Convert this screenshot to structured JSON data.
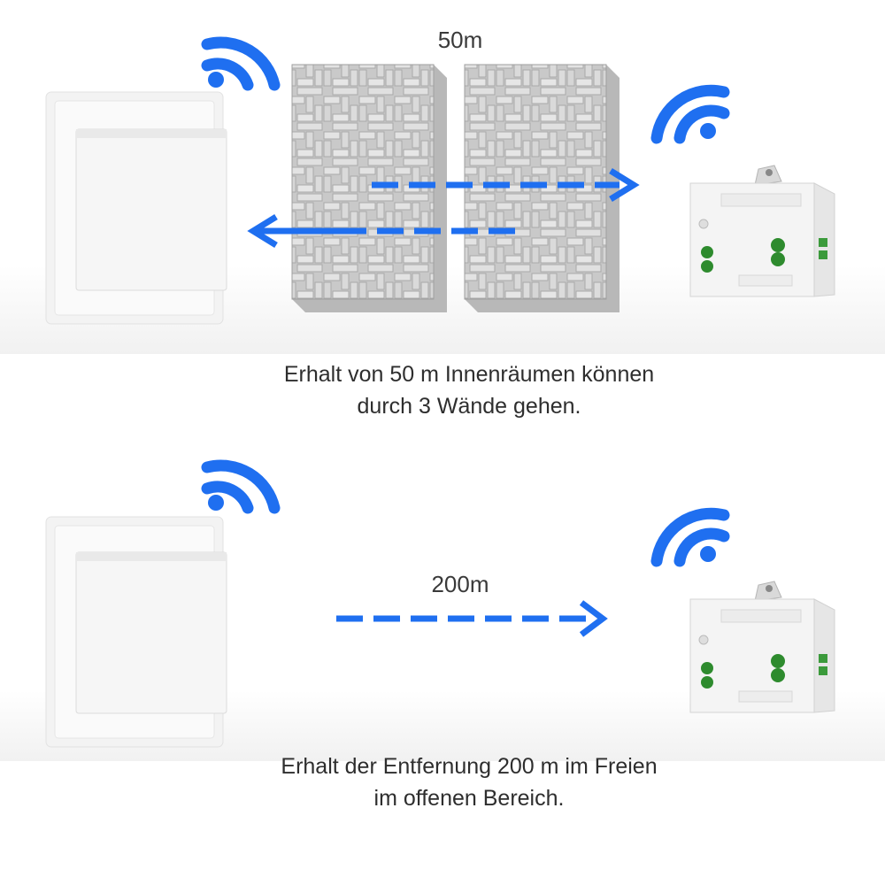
{
  "colors": {
    "signal": "#1f6ff0",
    "panel": "#f7f7f7",
    "wall": "#cfcfcf"
  },
  "top_section": {
    "distance_label": "50m",
    "caption_line1": "Erhalt von 50 m Innenräumen können",
    "caption_line2": "durch 3 Wände gehen."
  },
  "bottom_section": {
    "distance_label": "200m",
    "caption_line1": "Erhalt der Entfernung 200 m im Freien",
    "caption_line2": "im offenen Bereich."
  },
  "icons": [
    "wifi-icon",
    "wall-switch",
    "brick-wall",
    "receiver-box",
    "arrow"
  ]
}
